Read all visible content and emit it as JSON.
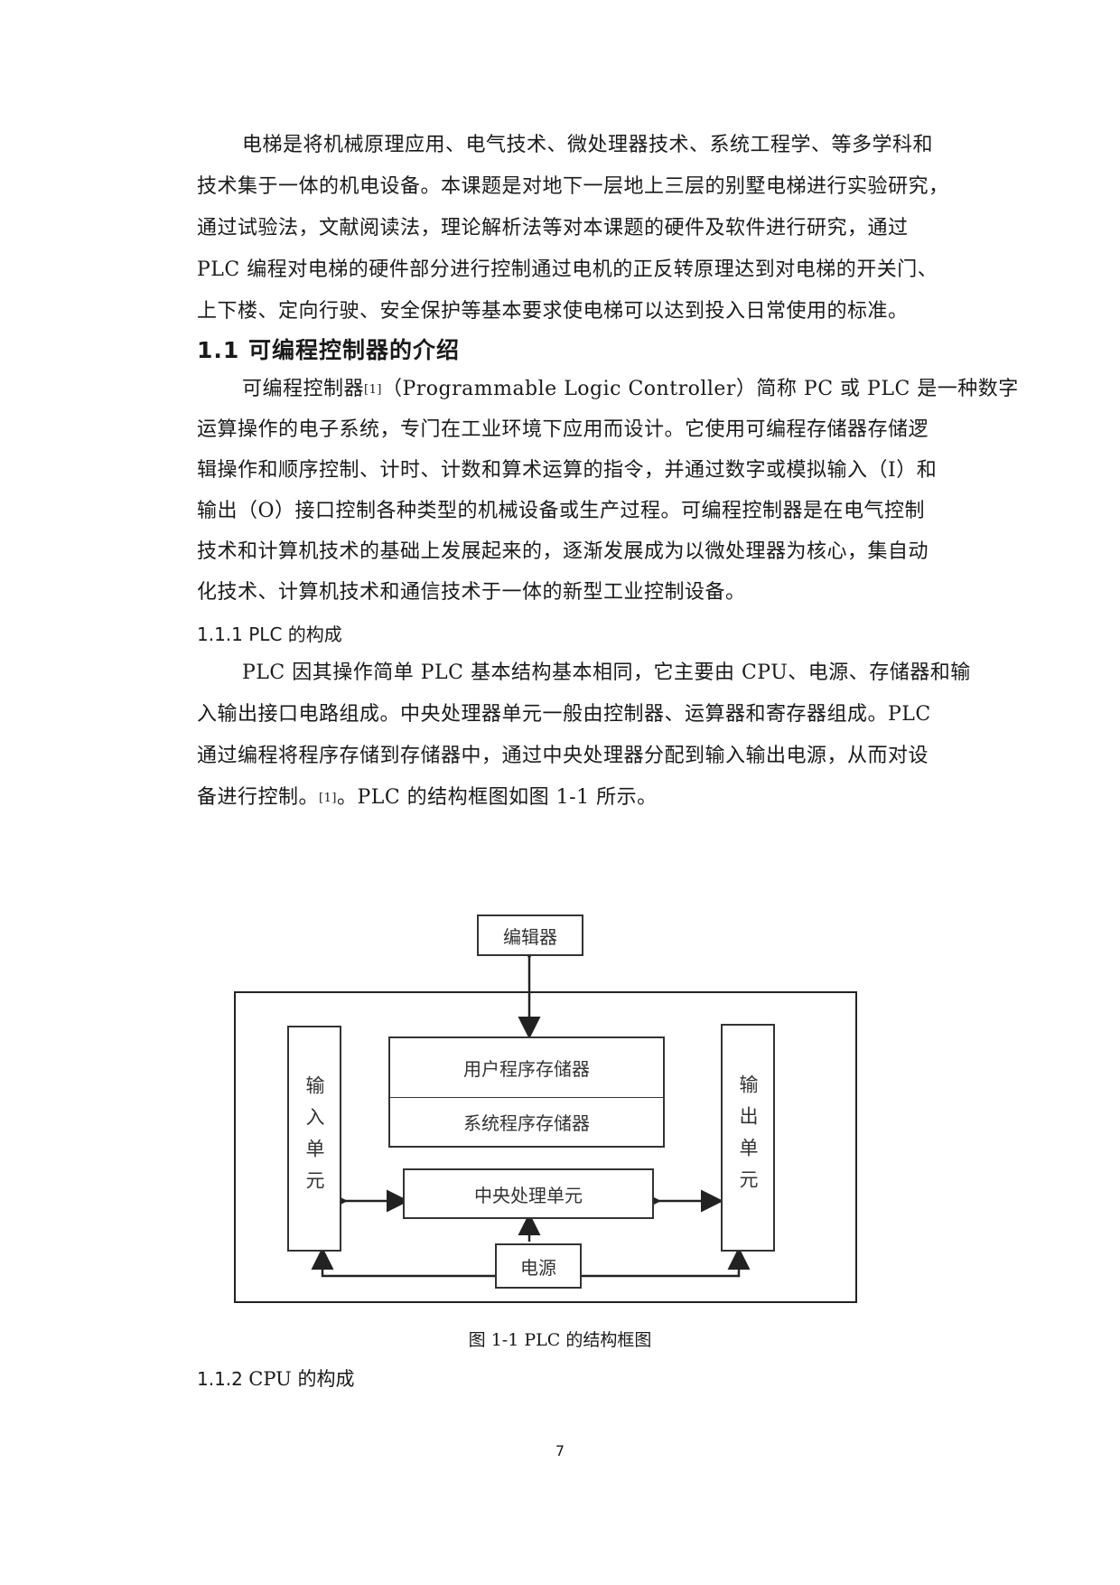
{
  "paragraph1": {
    "lines": [
      "电梯是将机械原理应用、电气技术、微处理器技术、系统工程学、等多学科和",
      "技术集于一体的机电设备。本课题是对地下一层地上三层的别墅电梯进行实验研究，",
      "通过试验法，文献阅读法，理论解析法等对本课题的硬件及软件进行研究，通过",
      "PLC 编程对电梯的硬件部分进行控制通过电机的正反转原理达到对电梯的开关门、",
      "上下楼、定向行驶、安全保护等基本要求使电梯可以达到投入日常使用的标准。"
    ]
  },
  "section_1_1": {
    "heading": "1.1 可编程控制器的介绍",
    "line1_pre": "可编程控制器",
    "line1_ref": "[1]",
    "line1_post": "（Programmable Logic Controller）简称 PC 或 PLC 是一种数字",
    "lines": [
      "运算操作的电子系统，专门在工业环境下应用而设计。它使用可编程存储器存储逻",
      "辑操作和顺序控制、计时、计数和算术运算的指令，并通过数字或模拟输入（I）和",
      "输出（O）接口控制各种类型的机械设备或生产过程。可编程控制器是在电气控制",
      "技术和计算机技术的基础上发展起来的，逐渐发展成为以微处理器为核心，集自动",
      "化技术、计算机技术和通信技术于一体的新型工业控制设备。"
    ]
  },
  "section_1_1_1": {
    "heading": "1.1.1 PLC 的构成",
    "lines": [
      "PLC 因其操作简单 PLC 基本结构基本相同，它主要由 CPU、电源、存储器和输",
      "入输出接口电路组成。中央处理器单元一般由控制器、运算器和寄存器组成。PLC",
      "通过编程将程序存储到存储器中，通过中央处理器分配到输入输出电源，从而对设"
    ],
    "last_pre": "备进行控制。",
    "last_ref": "[1]",
    "last_post": "。PLC 的结构框图如图 1-1 所示。"
  },
  "figure": {
    "editor": "编辑器",
    "user_program_memory": "用户程序存储器",
    "system_program_memory": "系统程序存储器",
    "cpu": "中央处理单元",
    "power": "电源",
    "input_unit": "输入单元",
    "output_unit": "输出单元",
    "caption": "图 1-1 PLC 的结构框图"
  },
  "section_1_1_2": {
    "heading_num": "1.1.2",
    "heading_text": "CPU 的构成"
  },
  "page_number": "7"
}
